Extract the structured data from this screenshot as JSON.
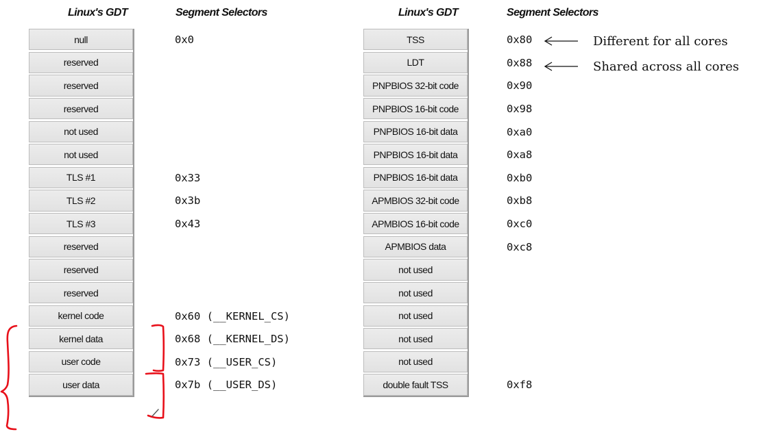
{
  "left_table": {
    "header_gdt": "Linux's GDT",
    "header_selectors": "Segment Selectors",
    "entries": [
      "null",
      "reserved",
      "reserved",
      "reserved",
      "not used",
      "not used",
      "TLS #1",
      "TLS #2",
      "TLS #3",
      "reserved",
      "reserved",
      "reserved",
      "kernel code",
      "kernel data",
      "user code",
      "user data"
    ],
    "selectors": [
      "0x0",
      "",
      "",
      "",
      "",
      "",
      "0x33",
      "0x3b",
      "0x43",
      "",
      "",
      "",
      "0x60 (__KERNEL_CS)",
      "0x68 (__KERNEL_DS)",
      "0x73 (__USER_CS)",
      "0x7b (__USER_DS)"
    ]
  },
  "right_table": {
    "header_gdt": "Linux's GDT",
    "header_selectors": "Segment Selectors",
    "entries": [
      "TSS",
      "LDT",
      "PNPBIOS 32-bit code",
      "PNPBIOS 16-bit code",
      "PNPBIOS 16-bit data",
      "PNPBIOS 16-bit data",
      "PNPBIOS 16-bit data",
      "APMBIOS 32-bit code",
      "APMBIOS 16-bit code",
      "APMBIOS data",
      "not used",
      "not used",
      "not used",
      "not used",
      "not used",
      "double fault TSS"
    ],
    "selectors": [
      "0x80",
      "0x88",
      "0x90",
      "0x98",
      "0xa0",
      "0xa8",
      "0xb0",
      "0xb8",
      "0xc0",
      "0xc8",
      "",
      "",
      "",
      "",
      "",
      "0xf8"
    ]
  },
  "annotations": {
    "tss_note": "Different for all cores",
    "ldt_note": "Shared across all cores"
  },
  "colors": {
    "cell_fill": "#e6e6e6",
    "cell_border": "#bcbcbc",
    "annotation_ink": "#e8101a",
    "text": "#111111"
  }
}
